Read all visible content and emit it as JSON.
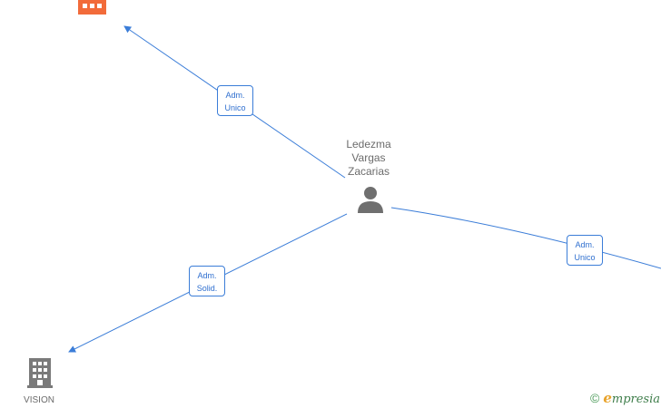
{
  "person": {
    "name_lines": [
      "Ledezma",
      "Vargas",
      "Zacarias"
    ],
    "icon": "person-icon"
  },
  "relations": [
    {
      "id": "rel-top",
      "line1": "Adm.",
      "line2": "Unico",
      "target": "top-company"
    },
    {
      "id": "rel-vision",
      "line1": "Adm.",
      "line2": "Solid.",
      "target": "vision"
    },
    {
      "id": "rel-right",
      "line1": "Adm.",
      "line2": "Unico",
      "target": "right-offscreen-company"
    }
  ],
  "companies": {
    "top": {
      "caption": "",
      "icon": "building-icon",
      "color": "#f26b3a"
    },
    "vision": {
      "caption": "VISION",
      "icon": "building-icon",
      "color": "#7a7a7a"
    }
  },
  "colors": {
    "edge": "#3b7dd8",
    "person": "#6f6f6f",
    "highlight_company": "#f26b3a",
    "company": "#7a7a7a"
  },
  "brand": {
    "copyright_symbol": "©",
    "first_letter": "e",
    "rest": "mpresia"
  }
}
